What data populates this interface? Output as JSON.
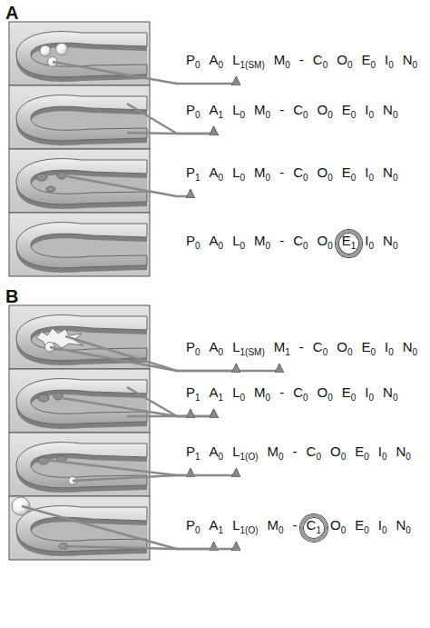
{
  "diagram": {
    "labels": [
      "A",
      "P",
      "0",
      "A",
      "0",
      "L",
      "1(SM)",
      "M",
      "0",
      "-",
      "C",
      "0",
      "O",
      "0",
      "E",
      "0",
      "I",
      "0",
      "N",
      "0",
      "P",
      "0",
      "A",
      "1",
      "L",
      "0",
      "M",
      "0",
      "-",
      "C",
      "0",
      "O",
      "0",
      "E",
      "0",
      "I",
      "0",
      "N",
      "0",
      "P",
      "1",
      "A",
      "0",
      "L",
      "0",
      "M",
      "0",
      "-",
      "C",
      "0",
      "O",
      "0",
      "E",
      "0",
      "I",
      "0",
      "N",
      "0",
      "P",
      "0",
      "A",
      "0",
      "L",
      "0",
      "M",
      "0",
      "-",
      "C",
      "0",
      "O",
      "0",
      "E",
      "1",
      "I",
      "0",
      "N",
      "0",
      "B",
      "P",
      "0",
      "A",
      "0",
      "L",
      "1(SM)",
      "M",
      "1",
      "-",
      "C",
      "0",
      "O",
      "0",
      "E",
      "0",
      "I",
      "0",
      "N",
      "0",
      "P",
      "1",
      "A",
      "1",
      "L",
      "0",
      "M",
      "0",
      "-",
      "C",
      "0",
      "O",
      "0",
      "E",
      "0",
      "I",
      "0",
      "N",
      "0",
      "P",
      "1",
      "A",
      "0",
      "L",
      "1(O)",
      "M",
      "0",
      "-",
      "C",
      "0",
      "O",
      "0",
      "E",
      "0",
      "I",
      "0",
      "N",
      "0",
      "P",
      "0",
      "A",
      "1",
      "L",
      "1(O)",
      "M",
      "0",
      "-",
      "C",
      "1",
      "O",
      "0",
      "E",
      "0",
      "I",
      "0",
      "N",
      "0"
    ]
  }
}
